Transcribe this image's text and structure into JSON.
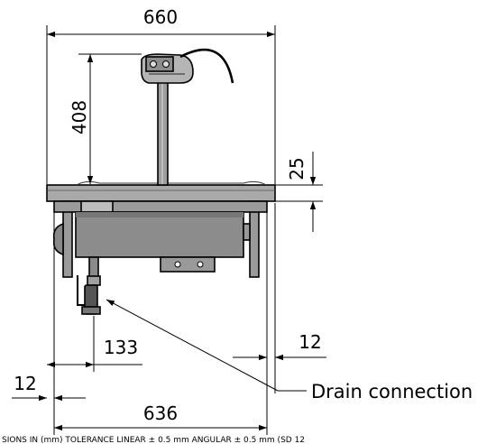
{
  "dimensions": {
    "overall_width": "660",
    "height_above_counter": "408",
    "counter_thickness": "25",
    "drain_offset": "133",
    "right_margin": "12",
    "left_margin": "12",
    "cutout_width": "636"
  },
  "callouts": {
    "drain_connection": "Drain connection"
  },
  "footer": {
    "note": "SIONS IN (mm) TOLERANCE LINEAR ± 0.5 mm ANGULAR ± 0.5 mm (SD 12"
  },
  "colors": {
    "line": "#000000",
    "metal_light": "#a9a9a9",
    "metal_mid": "#8c8c8c",
    "metal_dark": "#6a6a6a",
    "head": "#b5b5b5"
  }
}
